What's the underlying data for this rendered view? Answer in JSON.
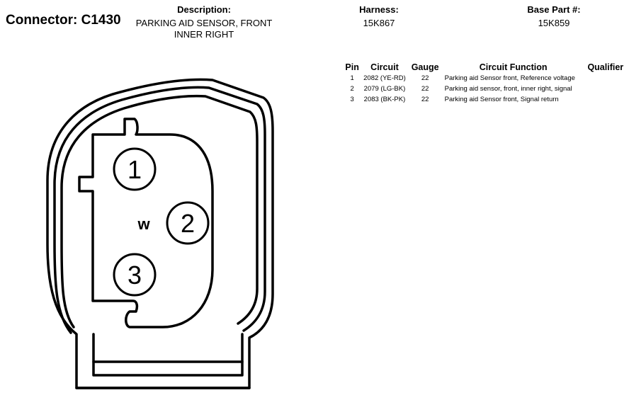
{
  "connector": {
    "label": "Connector: C1430"
  },
  "description": {
    "label": "Description:",
    "line1": "PARKING AID SENSOR, FRONT",
    "line2": "INNER RIGHT"
  },
  "harness": {
    "label": "Harness:",
    "value": "15K867"
  },
  "base_part": {
    "label": "Base Part #:",
    "value": "15K859"
  },
  "table": {
    "headers": {
      "pin": "Pin",
      "circuit": "Circuit",
      "gauge": "Gauge",
      "function": "Circuit Function",
      "qualifier": "Qualifier"
    },
    "rows": [
      {
        "pin": "1",
        "circuit": "2082 (YE-RD)",
        "gauge": "22",
        "function": "Parking aid Sensor front, Reference voltage",
        "qualifier": ""
      },
      {
        "pin": "2",
        "circuit": "2079 (LG-BK)",
        "gauge": "22",
        "function": "Parking aid sensor, front, inner right, signal",
        "qualifier": ""
      },
      {
        "pin": "3",
        "circuit": "2083 (BK-PK)",
        "gauge": "22",
        "function": "Parking aid Sensor front, Signal return",
        "qualifier": ""
      }
    ]
  },
  "diagram": {
    "pins": [
      "1",
      "2",
      "3"
    ],
    "key_mark": "w"
  }
}
